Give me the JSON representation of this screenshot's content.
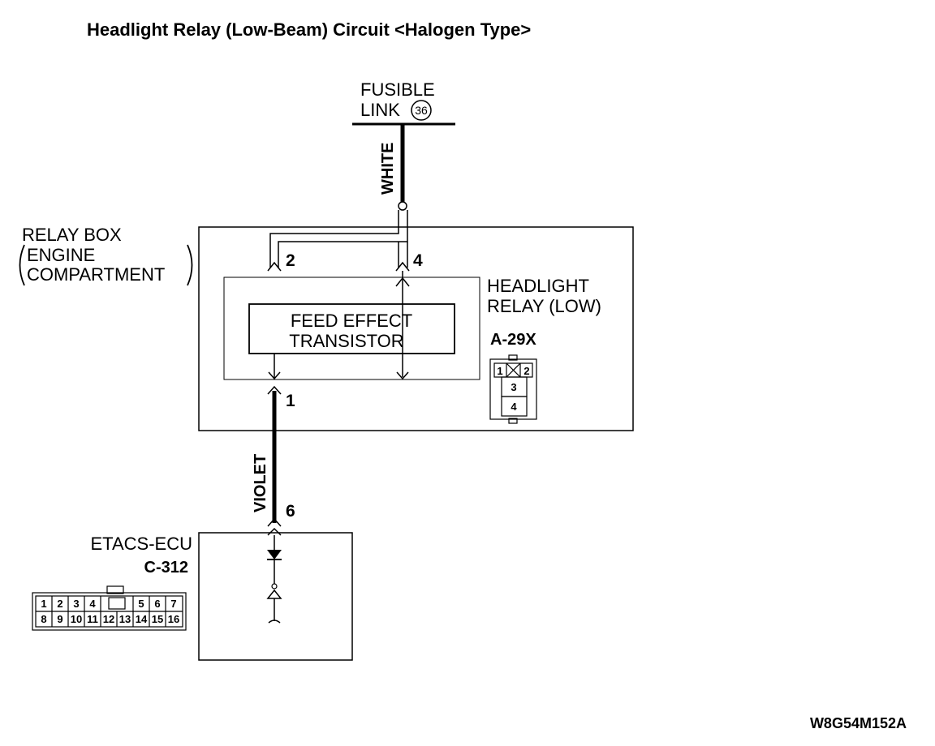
{
  "title": "Headlight Relay (Low-Beam) Circuit <Halogen Type>",
  "fusible_link": {
    "line1": "FUSIBLE",
    "line2": "LINK",
    "number": "36"
  },
  "wires": {
    "top": "WHITE",
    "bottom": "VIOLET"
  },
  "relay_box": {
    "line1": "RELAY BOX",
    "line2": "ENGINE",
    "line3": "COMPARTMENT"
  },
  "headlight_relay": {
    "line1": "HEADLIGHT",
    "line2": "RELAY (LOW)",
    "connector": "A-29X"
  },
  "fet": {
    "line1": "FEED EFFECT",
    "line2": "TRANSISTOR"
  },
  "pins": {
    "p2": "2",
    "p4": "4",
    "p1": "1",
    "p6": "6"
  },
  "relay_connector_cells": {
    "c1": "1",
    "c2": "2",
    "c3": "3",
    "c4": "4"
  },
  "etacs": {
    "label": "ETACS-ECU",
    "connector": "C-312",
    "row1": [
      "1",
      "2",
      "3",
      "4",
      "",
      "5",
      "6",
      "7"
    ],
    "row2": [
      "8",
      "9",
      "10",
      "11",
      "12",
      "13",
      "14",
      "15",
      "16"
    ]
  },
  "figure_code": "W8G54M152A"
}
